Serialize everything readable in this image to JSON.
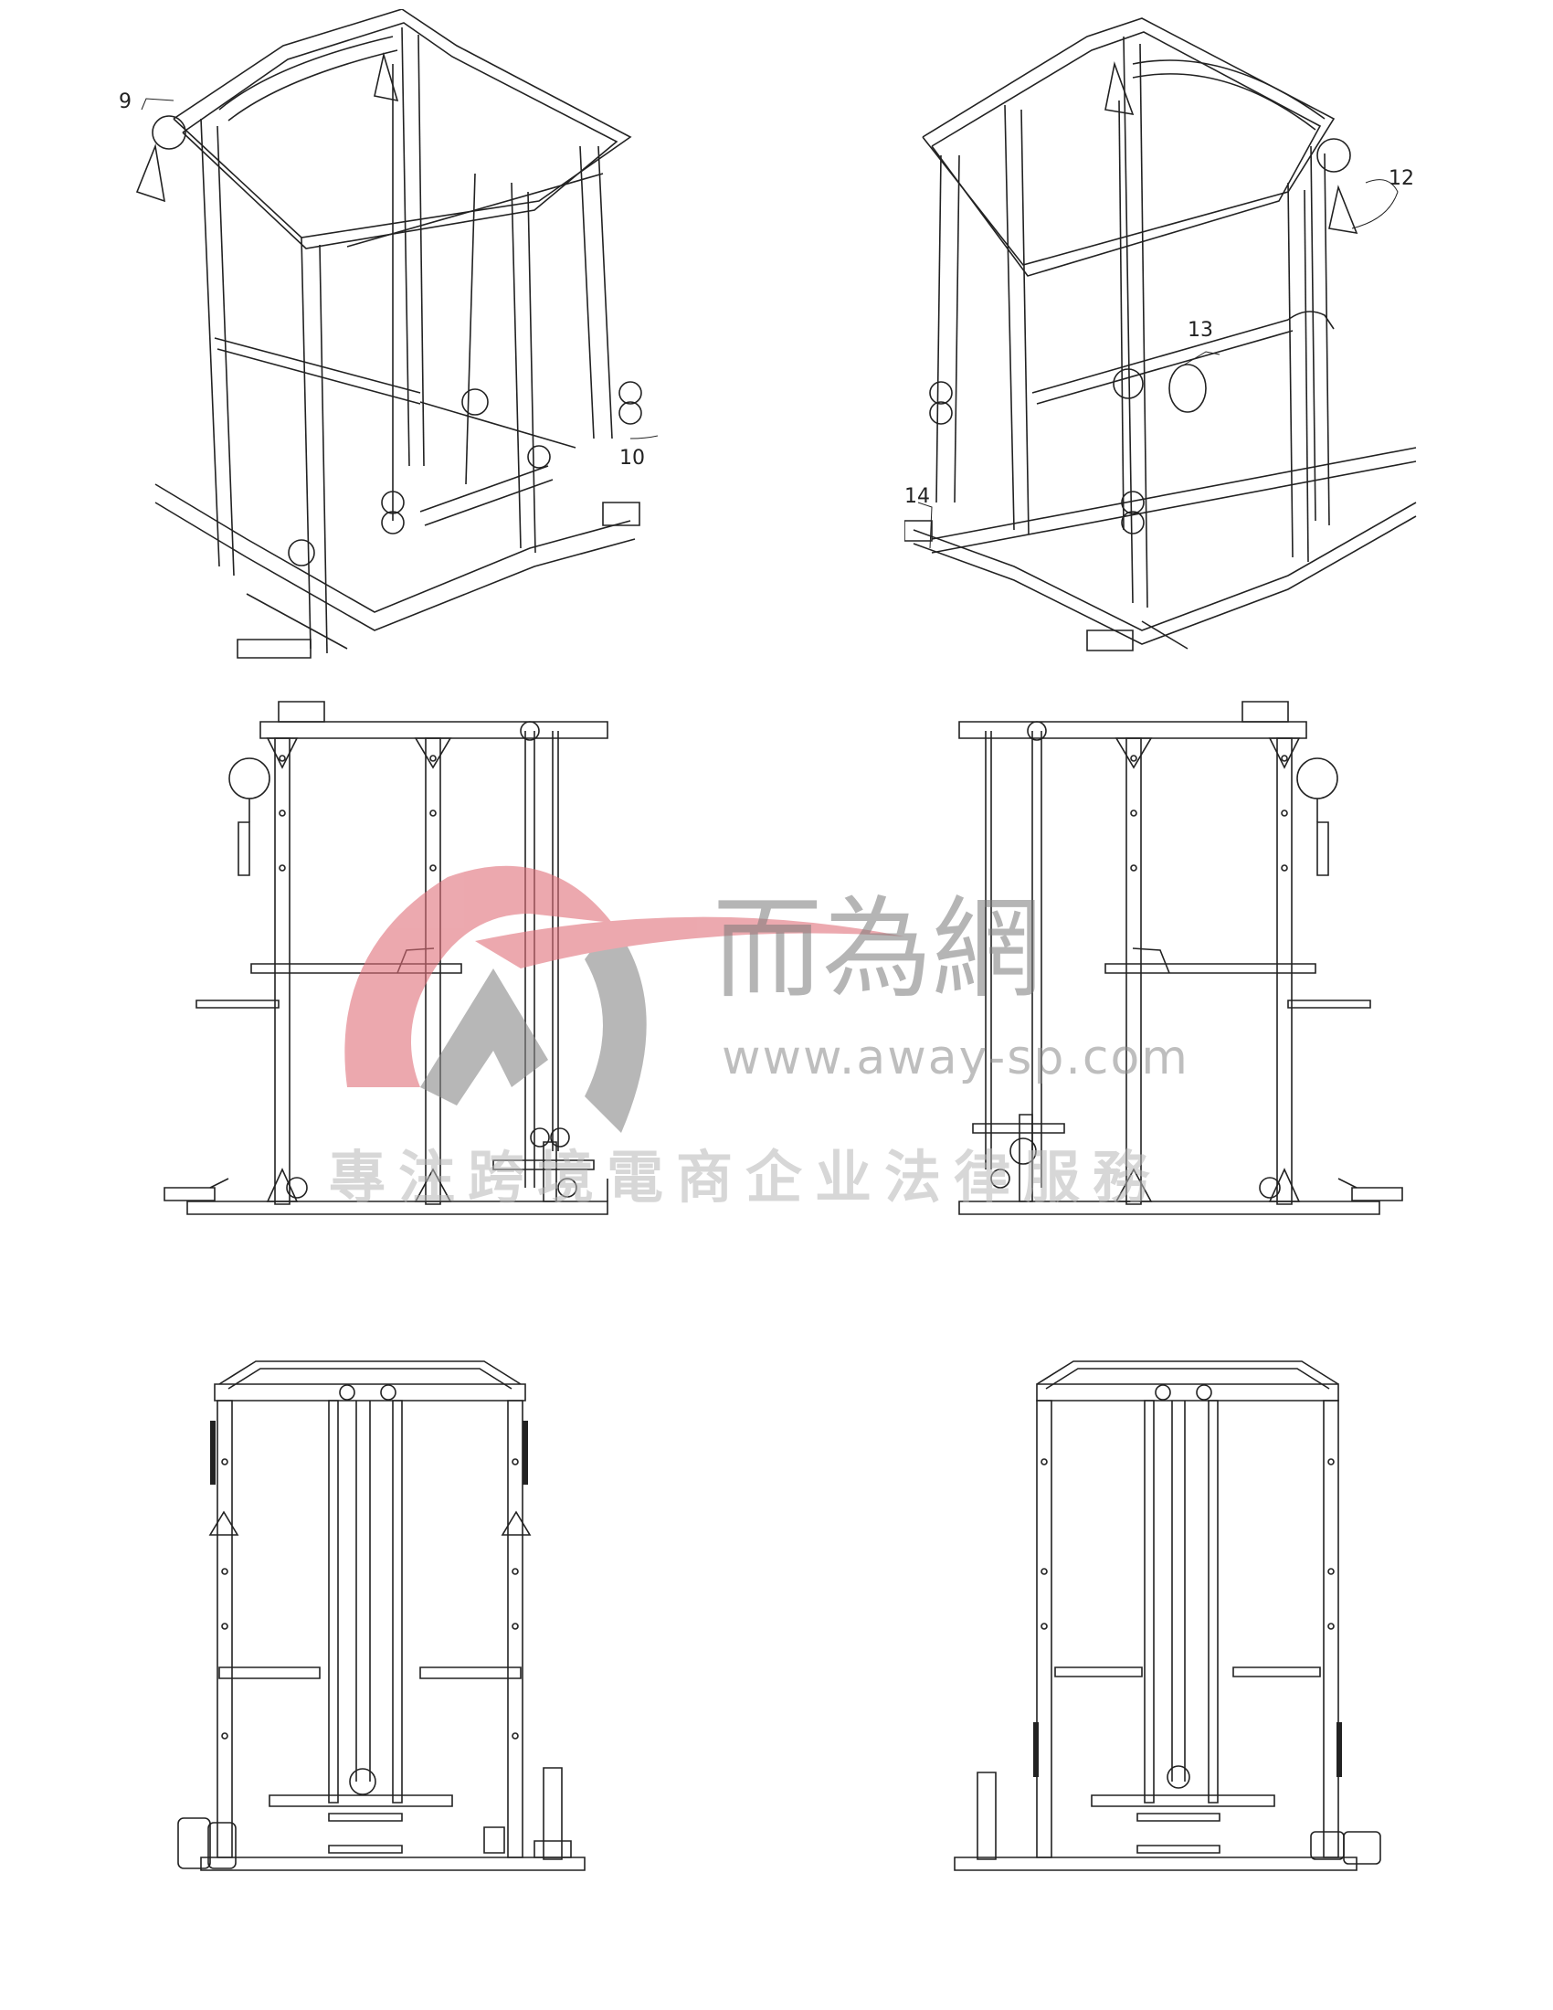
{
  "callouts": {
    "c9": "9",
    "c10": "10",
    "c12": "12",
    "c13": "13",
    "c14": "14"
  },
  "watermark": {
    "title": "而為網",
    "url": "www.away-sp.com",
    "slogan": "專注跨境電商企业法律服務",
    "logo_colors": {
      "red": "#e0707a",
      "gray": "#888888"
    }
  },
  "colors": {
    "line": "#222222",
    "background": "#ffffff"
  }
}
